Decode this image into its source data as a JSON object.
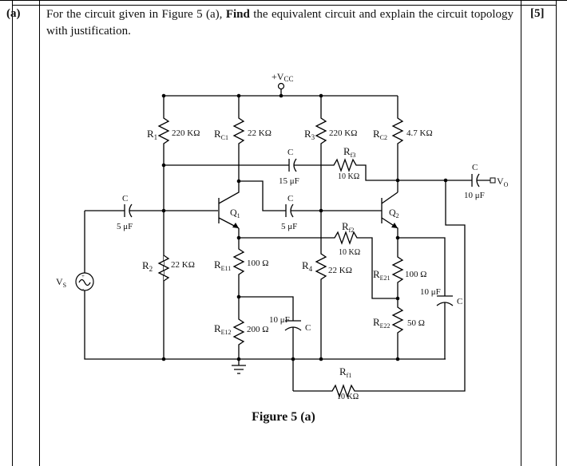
{
  "question": {
    "label": "(a)",
    "text_prefix": "For the circuit given in Figure 5 (a), ",
    "text_bold": "Find",
    "text_suffix": " the equivalent circuit and explain the circuit topology with justification.",
    "marks": "[5]"
  },
  "figure": {
    "caption": "Figure 5 (a)",
    "supply_label": "+V",
    "supply_sub": "CC",
    "source_label": "V",
    "source_sub": "S",
    "output_label": "V",
    "output_sub": "O",
    "transistors": [
      {
        "name": "Q",
        "sub": "1"
      },
      {
        "name": "Q",
        "sub": "2"
      }
    ],
    "resistors": {
      "R1": {
        "name": "R",
        "sub": "1",
        "value": "220 KΩ"
      },
      "R2": {
        "name": "R",
        "sub": "2",
        "value": "22 KΩ"
      },
      "R3": {
        "name": "R",
        "sub": "3",
        "value": "220 KΩ"
      },
      "R4": {
        "name": "R",
        "sub": "4",
        "value": "22 KΩ"
      },
      "RC1": {
        "name": "R",
        "sub": "C1",
        "value": "22 KΩ"
      },
      "RC2": {
        "name": "R",
        "sub": "C2",
        "value": "4.7 KΩ"
      },
      "RE11": {
        "name": "R",
        "sub": "E11",
        "value": "100 Ω"
      },
      "RE12": {
        "name": "R",
        "sub": "E12",
        "value": "200 Ω"
      },
      "RE21": {
        "name": "R",
        "sub": "E21",
        "value": "100 Ω"
      },
      "RE22": {
        "name": "R",
        "sub": "E22",
        "value": "50 Ω"
      },
      "Rf1": {
        "name": "R",
        "sub": "f1",
        "value": "10 KΩ"
      },
      "Rf2": {
        "name": "R",
        "sub": "f2",
        "value": "10 KΩ"
      },
      "Rf3": {
        "name": "R",
        "sub": "f3",
        "value": "10 KΩ"
      }
    },
    "capacitors": {
      "Cin": {
        "name": "C",
        "value": "5 μF"
      },
      "Ccouple": {
        "name": "C",
        "value": "5 μF"
      },
      "Cfb": {
        "name": "C",
        "value": "15 μF"
      },
      "Cout": {
        "name": "C",
        "value": "10 μF"
      },
      "CE1": {
        "name": "C",
        "value": "10 μF"
      },
      "CE2": {
        "name": "C",
        "value": "10 μF"
      }
    }
  }
}
